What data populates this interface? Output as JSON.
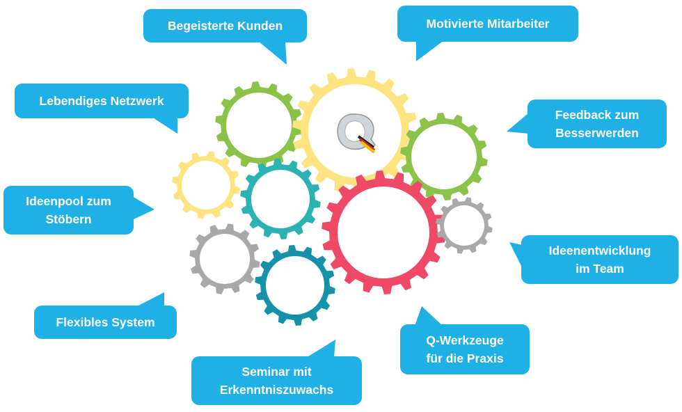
{
  "colors": {
    "bubble": "#1fb0e6",
    "gear_green": "#8bc34a",
    "gear_yellow": "#fde480",
    "gear_teal": "#2bb3b1",
    "gear_dark_teal": "#1592a9",
    "gear_red": "#ee4966",
    "gear_gray": "#a9a9a9"
  },
  "logo": {
    "icon": "q-ribbon-logo-icon"
  },
  "bubbles": [
    {
      "id": "kunden",
      "lines": [
        "Begeisterte Kunden"
      ]
    },
    {
      "id": "mitarbeiter",
      "lines": [
        "Motivierte Mitarbeiter"
      ]
    },
    {
      "id": "netzwerk",
      "lines": [
        "Lebendiges Netzwerk"
      ]
    },
    {
      "id": "feedback",
      "lines": [
        "Feedback zum",
        "Besserwerden"
      ]
    },
    {
      "id": "ideenpool",
      "lines": [
        "Ideenpool zum",
        "Stöbern"
      ]
    },
    {
      "id": "ideenentwicklung",
      "lines": [
        "Ideenentwicklung",
        "im Team"
      ]
    },
    {
      "id": "system",
      "lines": [
        "Flexibles System"
      ]
    },
    {
      "id": "werkzeuge",
      "lines": [
        "Q-Werkzeuge",
        "für die Praxis"
      ]
    },
    {
      "id": "seminar",
      "lines": [
        "Seminar mit",
        "Erkenntniszuwachs"
      ]
    }
  ]
}
